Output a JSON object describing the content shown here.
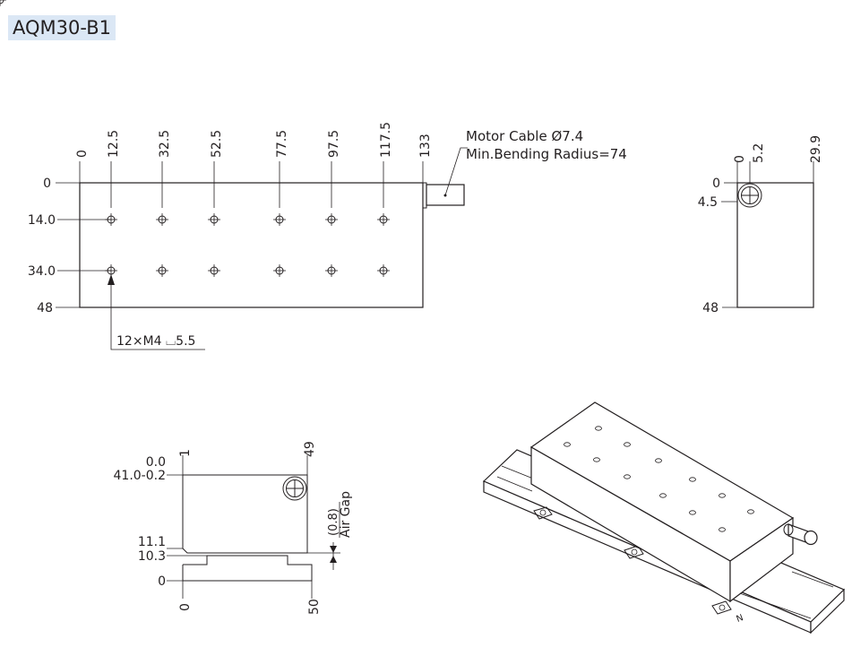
{
  "title": "AQM30-B1",
  "top_view": {
    "x_dims": [
      "0",
      "12.5",
      "32.5",
      "52.5",
      "77.5",
      "97.5",
      "117.5",
      "133"
    ],
    "y_dims": [
      "0",
      "14.0",
      "34.0",
      "48"
    ],
    "cable_line1": "Motor Cable Ø7.4",
    "cable_line2": "Min.Bending Radius=74",
    "holes_note": "12×M4 ⌴5.5"
  },
  "side_view": {
    "x_dims": [
      "0",
      "5.2",
      "29.9"
    ],
    "y_dims": [
      "0",
      "4.5",
      "48"
    ]
  },
  "front_view": {
    "top_dims": [
      "1",
      "49"
    ],
    "left_dims": [
      "0.0",
      "41.0-0.2",
      "11.1",
      "10.3",
      "0"
    ],
    "bottom_dims": [
      "0",
      "50"
    ],
    "gap_value": "(0.8)",
    "gap_label": "Air Gap"
  },
  "iso_view": {
    "label": "N"
  }
}
